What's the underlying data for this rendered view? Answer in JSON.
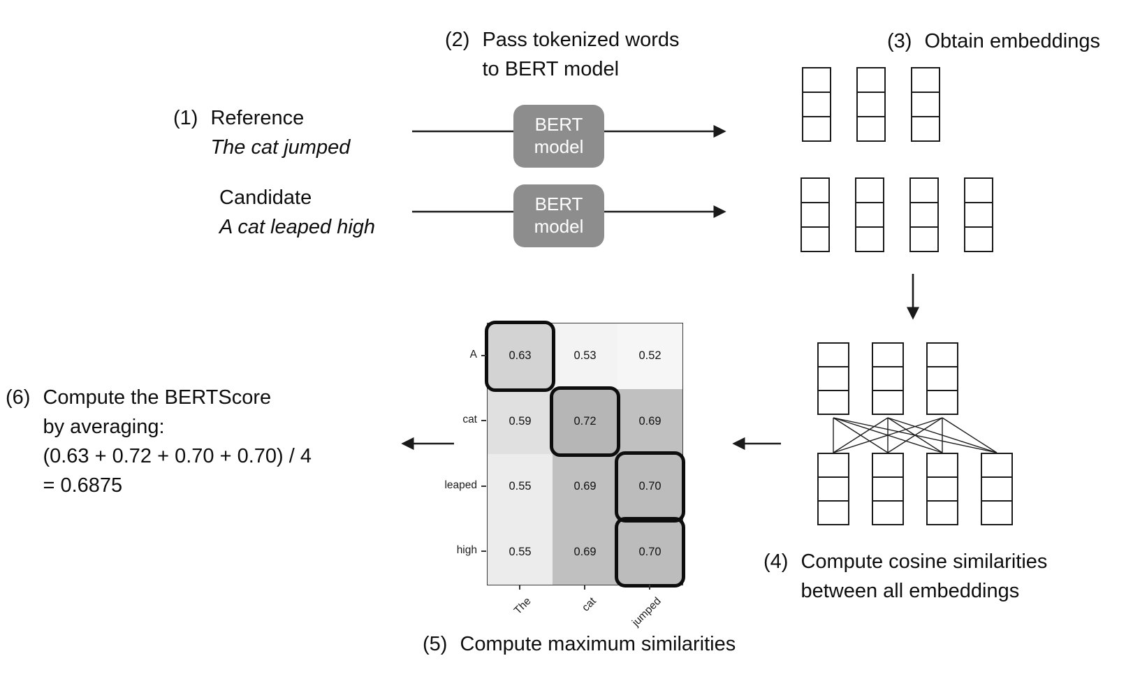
{
  "steps": {
    "s1": {
      "num": "(1)",
      "reference_label": "Reference",
      "reference_text": "The cat jumped",
      "candidate_label": "Candidate",
      "candidate_text": "A cat leaped high"
    },
    "s2": {
      "num": "(2)",
      "line1": "Pass tokenized words",
      "line2": "to BERT model"
    },
    "s3": {
      "num": "(3)",
      "label": "Obtain embeddings"
    },
    "s4": {
      "num": "(4)",
      "line1": "Compute cosine similarities",
      "line2": "between all embeddings"
    },
    "s5": {
      "num": "(5)",
      "label": "Compute maximum similarities"
    },
    "s6": {
      "num": "(6)",
      "line1": "Compute the BERTScore",
      "line2": "by averaging:",
      "line3": "(0.63 + 0.72 + 0.70 + 0.70) / 4",
      "line4": "= 0.6875"
    }
  },
  "bert_model": {
    "line1": "BERT",
    "line2": "model",
    "fill": "#8d8d8d"
  },
  "embeddings": {
    "reference_columns": 3,
    "candidate_columns": 4,
    "cells_per_vector": 3
  },
  "chart_data": {
    "type": "heatmap",
    "rows": [
      "A",
      "cat",
      "leaped",
      "high"
    ],
    "columns": [
      "The",
      "cat",
      "jumped"
    ],
    "values": [
      [
        0.63,
        0.53,
        0.52
      ],
      [
        0.59,
        0.72,
        0.69
      ],
      [
        0.55,
        0.69,
        0.7
      ],
      [
        0.55,
        0.69,
        0.7
      ]
    ],
    "max_cells": [
      [
        0,
        0
      ],
      [
        1,
        1
      ],
      [
        2,
        2
      ],
      [
        3,
        2
      ]
    ],
    "value_range": [
      0.52,
      0.72
    ],
    "colormap": "grayscale light=low dark=high",
    "average_expression": "(0.63 + 0.72 + 0.70 + 0.70) / 4",
    "average_value": 0.6875
  }
}
